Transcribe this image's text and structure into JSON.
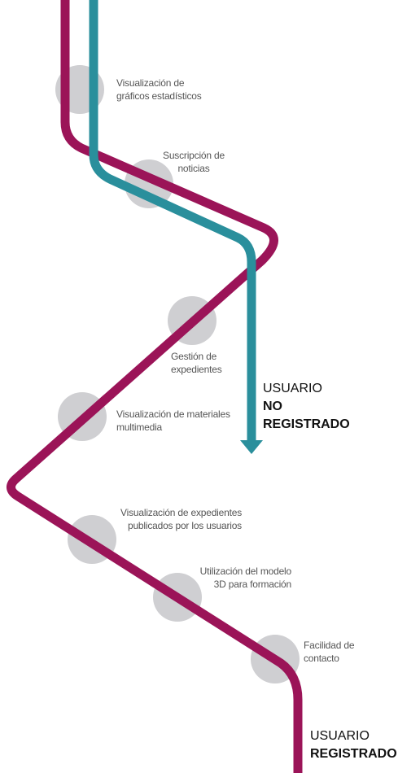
{
  "colors": {
    "registered_line": "#9b1458",
    "unregistered_line": "#2a8f9c",
    "node": "#cfcfd2",
    "label_text": "#555555"
  },
  "features": [
    {
      "line1": "Visualización de",
      "line2": "gráficos estadísticos"
    },
    {
      "line1": "Suscripción de",
      "line2": "noticias"
    },
    {
      "line1": "Gestión de",
      "line2": "expedientes"
    },
    {
      "line1": "Visualización de materiales",
      "line2": "multimedia"
    },
    {
      "line1": "Visualización de expedientes",
      "line2": "publicados por los usuarios"
    },
    {
      "line1": "Utilización del modelo",
      "line2": "3D para formación"
    },
    {
      "line1": "Facilidad de",
      "line2": "contacto"
    }
  ],
  "user_no_registrado": {
    "line1": "USUARIO",
    "line2": "NO",
    "line3": "REGISTRADO"
  },
  "user_registrado": {
    "line1": "USUARIO",
    "line2": "REGISTRADO"
  }
}
